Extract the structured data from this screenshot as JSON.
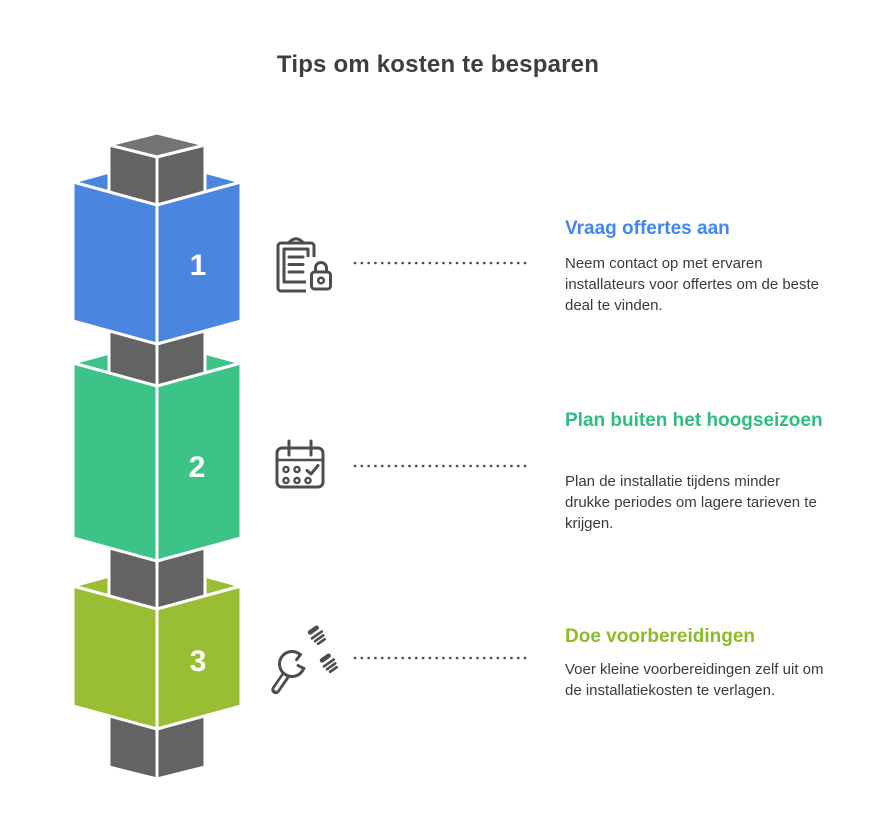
{
  "title": {
    "text": "Tips om kosten te besparen",
    "color": "#3e3e3e"
  },
  "tower": {
    "connector": {
      "side_color": "#636363",
      "top_color": "#747474",
      "edge_color": "#ffffff"
    },
    "number_color": "#ffffff",
    "blocks": [
      {
        "number": "1",
        "face_color": "#4a86e0"
      },
      {
        "number": "2",
        "face_color": "#3dc287"
      },
      {
        "number": "3",
        "face_color": "#99bd33"
      }
    ]
  },
  "icon_style": {
    "stroke": "#4d4d4d"
  },
  "dotted_line_color": "#4d4d4d",
  "sections": [
    {
      "icon": "clipboard-lock-icon",
      "heading": "Vraag offertes aan",
      "heading_color": "#4285f4",
      "body": "Neem contact op met ervaren installateurs voor offertes om de beste deal te vinden."
    },
    {
      "icon": "calendar-check-icon",
      "heading": "Plan buiten het hoogseizoen",
      "heading_color": "#2ebd80",
      "body": "Plan de installatie tijdens minder drukke periodes om lagere tarieven te krijgen."
    },
    {
      "icon": "wrench-screws-icon",
      "heading": "Doe voorbereidingen",
      "heading_color": "#8abd25",
      "body": "Voer kleine voorbereidingen zelf uit om de installatiekosten te verlagen."
    }
  ]
}
